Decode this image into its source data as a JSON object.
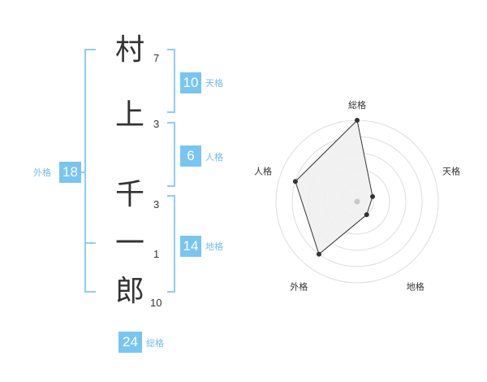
{
  "name_chars": [
    {
      "char": "村",
      "strokes": "7"
    },
    {
      "char": "上",
      "strokes": "3"
    },
    {
      "char": "千",
      "strokes": "3"
    },
    {
      "char": "一",
      "strokes": "1"
    },
    {
      "char": "郎",
      "strokes": "10"
    }
  ],
  "fortunes": {
    "tenkaku": {
      "label": "天格",
      "value": "10"
    },
    "jinkaku": {
      "label": "人格",
      "value": "6"
    },
    "chikaku": {
      "label": "地格",
      "value": "14"
    },
    "gaikaku": {
      "label": "外格",
      "value": "18"
    },
    "soukaku": {
      "label": "総格",
      "value": "24"
    }
  },
  "colors": {
    "accent": "#78c5f2",
    "bracket": "#8ecdf3"
  },
  "chart_data": {
    "type": "radar",
    "axes": [
      "総格",
      "天格",
      "地格",
      "外格",
      "人格"
    ],
    "max": 5,
    "values": [
      5,
      1,
      1,
      4,
      4
    ],
    "rings": 5
  }
}
